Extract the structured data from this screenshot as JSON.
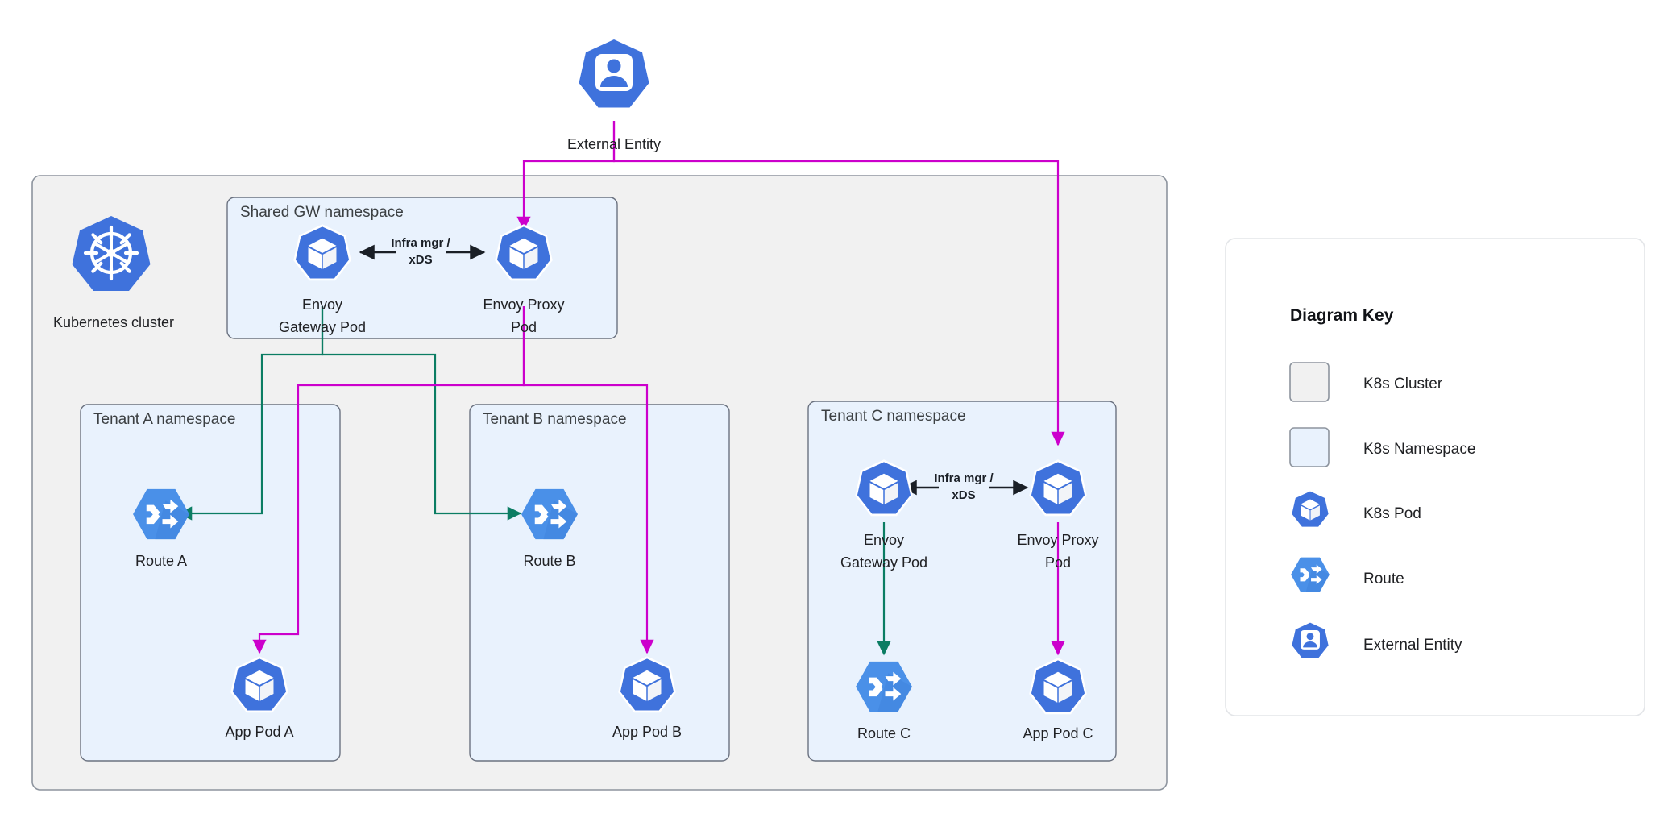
{
  "diagram": {
    "title": "Envoy Gateway multi-tenant Kubernetes topology",
    "cluster": {
      "label": "Kubernetes cluster",
      "icon": "kubernetes-wheel-icon"
    },
    "external_entity": {
      "label": "External Entity",
      "icon": "external-entity-icon"
    },
    "namespaces": [
      {
        "id": "shared-gw",
        "title": "Shared GW namespace"
      },
      {
        "id": "tenant-a",
        "title": "Tenant A namespace"
      },
      {
        "id": "tenant-b",
        "title": "Tenant B namespace"
      },
      {
        "id": "tenant-c",
        "title": "Tenant C namespace"
      }
    ],
    "nodes": [
      {
        "id": "shared-gw-pod",
        "label": "Envoy\nGateway Pod",
        "line1": "Envoy",
        "line2": "Gateway Pod",
        "icon": "k8s-pod-icon",
        "namespace": "shared-gw"
      },
      {
        "id": "shared-proxy-pod",
        "label": "Envoy Proxy\nPod",
        "line1": "Envoy Proxy",
        "line2": "Pod",
        "icon": "k8s-pod-icon",
        "namespace": "shared-gw"
      },
      {
        "id": "route-a",
        "label": "Route A",
        "line1": "Route A",
        "line2": "",
        "icon": "route-icon",
        "namespace": "tenant-a"
      },
      {
        "id": "app-pod-a",
        "label": "App Pod A",
        "line1": "App Pod A",
        "line2": "",
        "icon": "k8s-pod-icon",
        "namespace": "tenant-a"
      },
      {
        "id": "route-b",
        "label": "Route B",
        "line1": "Route B",
        "line2": "",
        "icon": "route-icon",
        "namespace": "tenant-b"
      },
      {
        "id": "app-pod-b",
        "label": "App Pod B",
        "line1": "App Pod B",
        "line2": "",
        "icon": "k8s-pod-icon",
        "namespace": "tenant-b"
      },
      {
        "id": "tenant-c-gw-pod",
        "label": "Envoy\nGateway Pod",
        "line1": "Envoy",
        "line2": "Gateway Pod",
        "icon": "k8s-pod-icon",
        "namespace": "tenant-c"
      },
      {
        "id": "tenant-c-proxy-pod",
        "label": "Envoy Proxy\nPod",
        "line1": "Envoy Proxy",
        "line2": "Pod",
        "icon": "k8s-pod-icon",
        "namespace": "tenant-c"
      },
      {
        "id": "route-c",
        "label": "Route C",
        "line1": "Route C",
        "line2": "",
        "icon": "route-icon",
        "namespace": "tenant-c"
      },
      {
        "id": "app-pod-c",
        "label": "App Pod C",
        "line1": "App Pod C",
        "line2": "",
        "icon": "k8s-pod-icon",
        "namespace": "tenant-c"
      }
    ],
    "edge_labels": {
      "shared_infra": {
        "line1": "Infra mgr /",
        "line2": "xDS"
      },
      "tenant_c_infra": {
        "line1": "Infra mgr /",
        "line2": "xDS"
      }
    },
    "edges": [
      {
        "from": "external-entity",
        "to": "shared-proxy-pod",
        "color": "#cc00cc",
        "kind": "traffic"
      },
      {
        "from": "external-entity",
        "to": "tenant-c-proxy-pod",
        "color": "#cc00cc",
        "kind": "traffic"
      },
      {
        "from": "shared-gw-pod",
        "to": "route-a",
        "color": "#0b7d63",
        "kind": "control"
      },
      {
        "from": "shared-gw-pod",
        "to": "route-b",
        "color": "#0b7d63",
        "kind": "control"
      },
      {
        "from": "shared-proxy-pod",
        "to": "app-pod-a",
        "color": "#cc00cc",
        "kind": "traffic"
      },
      {
        "from": "shared-proxy-pod",
        "to": "app-pod-b",
        "color": "#cc00cc",
        "kind": "traffic"
      },
      {
        "from": "shared-proxy-pod",
        "to": "shared-gw-pod",
        "color": "#1a1f26",
        "kind": "infra"
      },
      {
        "from": "tenant-c-gw-pod",
        "to": "route-c",
        "color": "#0b7d63",
        "kind": "control"
      },
      {
        "from": "tenant-c-proxy-pod",
        "to": "app-pod-c",
        "color": "#cc00cc",
        "kind": "traffic"
      },
      {
        "from": "tenant-c-proxy-pod",
        "to": "tenant-c-gw-pod",
        "color": "#1a1f26",
        "kind": "infra"
      }
    ]
  },
  "legend": {
    "title": "Diagram Key",
    "items": [
      {
        "label": "K8s Cluster",
        "icon": "cluster-swatch",
        "swatch": "#f1f1f1"
      },
      {
        "label": "K8s Namespace",
        "icon": "namespace-swatch",
        "swatch": "#e9f2fd"
      },
      {
        "label": "K8s Pod",
        "icon": "k8s-pod-icon",
        "swatch": "#3f72dc"
      },
      {
        "label": "Route",
        "icon": "route-icon",
        "swatch": "#4a90e8"
      },
      {
        "label": "External Entity",
        "icon": "external-entity-icon",
        "swatch": "#3f72dc"
      }
    ]
  },
  "colors": {
    "pod_blue": "#3f72dc",
    "route_blue": "#4a90e8",
    "cluster_fill": "#f1f1f1",
    "cluster_border": "#8d949e",
    "namespace_fill": "#e9f2fd",
    "namespace_border": "#6b7280",
    "traffic_magenta": "#cc00cc",
    "control_green": "#0b7d63",
    "infra_dark": "#1a1f26",
    "legend_border": "#e3e5e8"
  }
}
